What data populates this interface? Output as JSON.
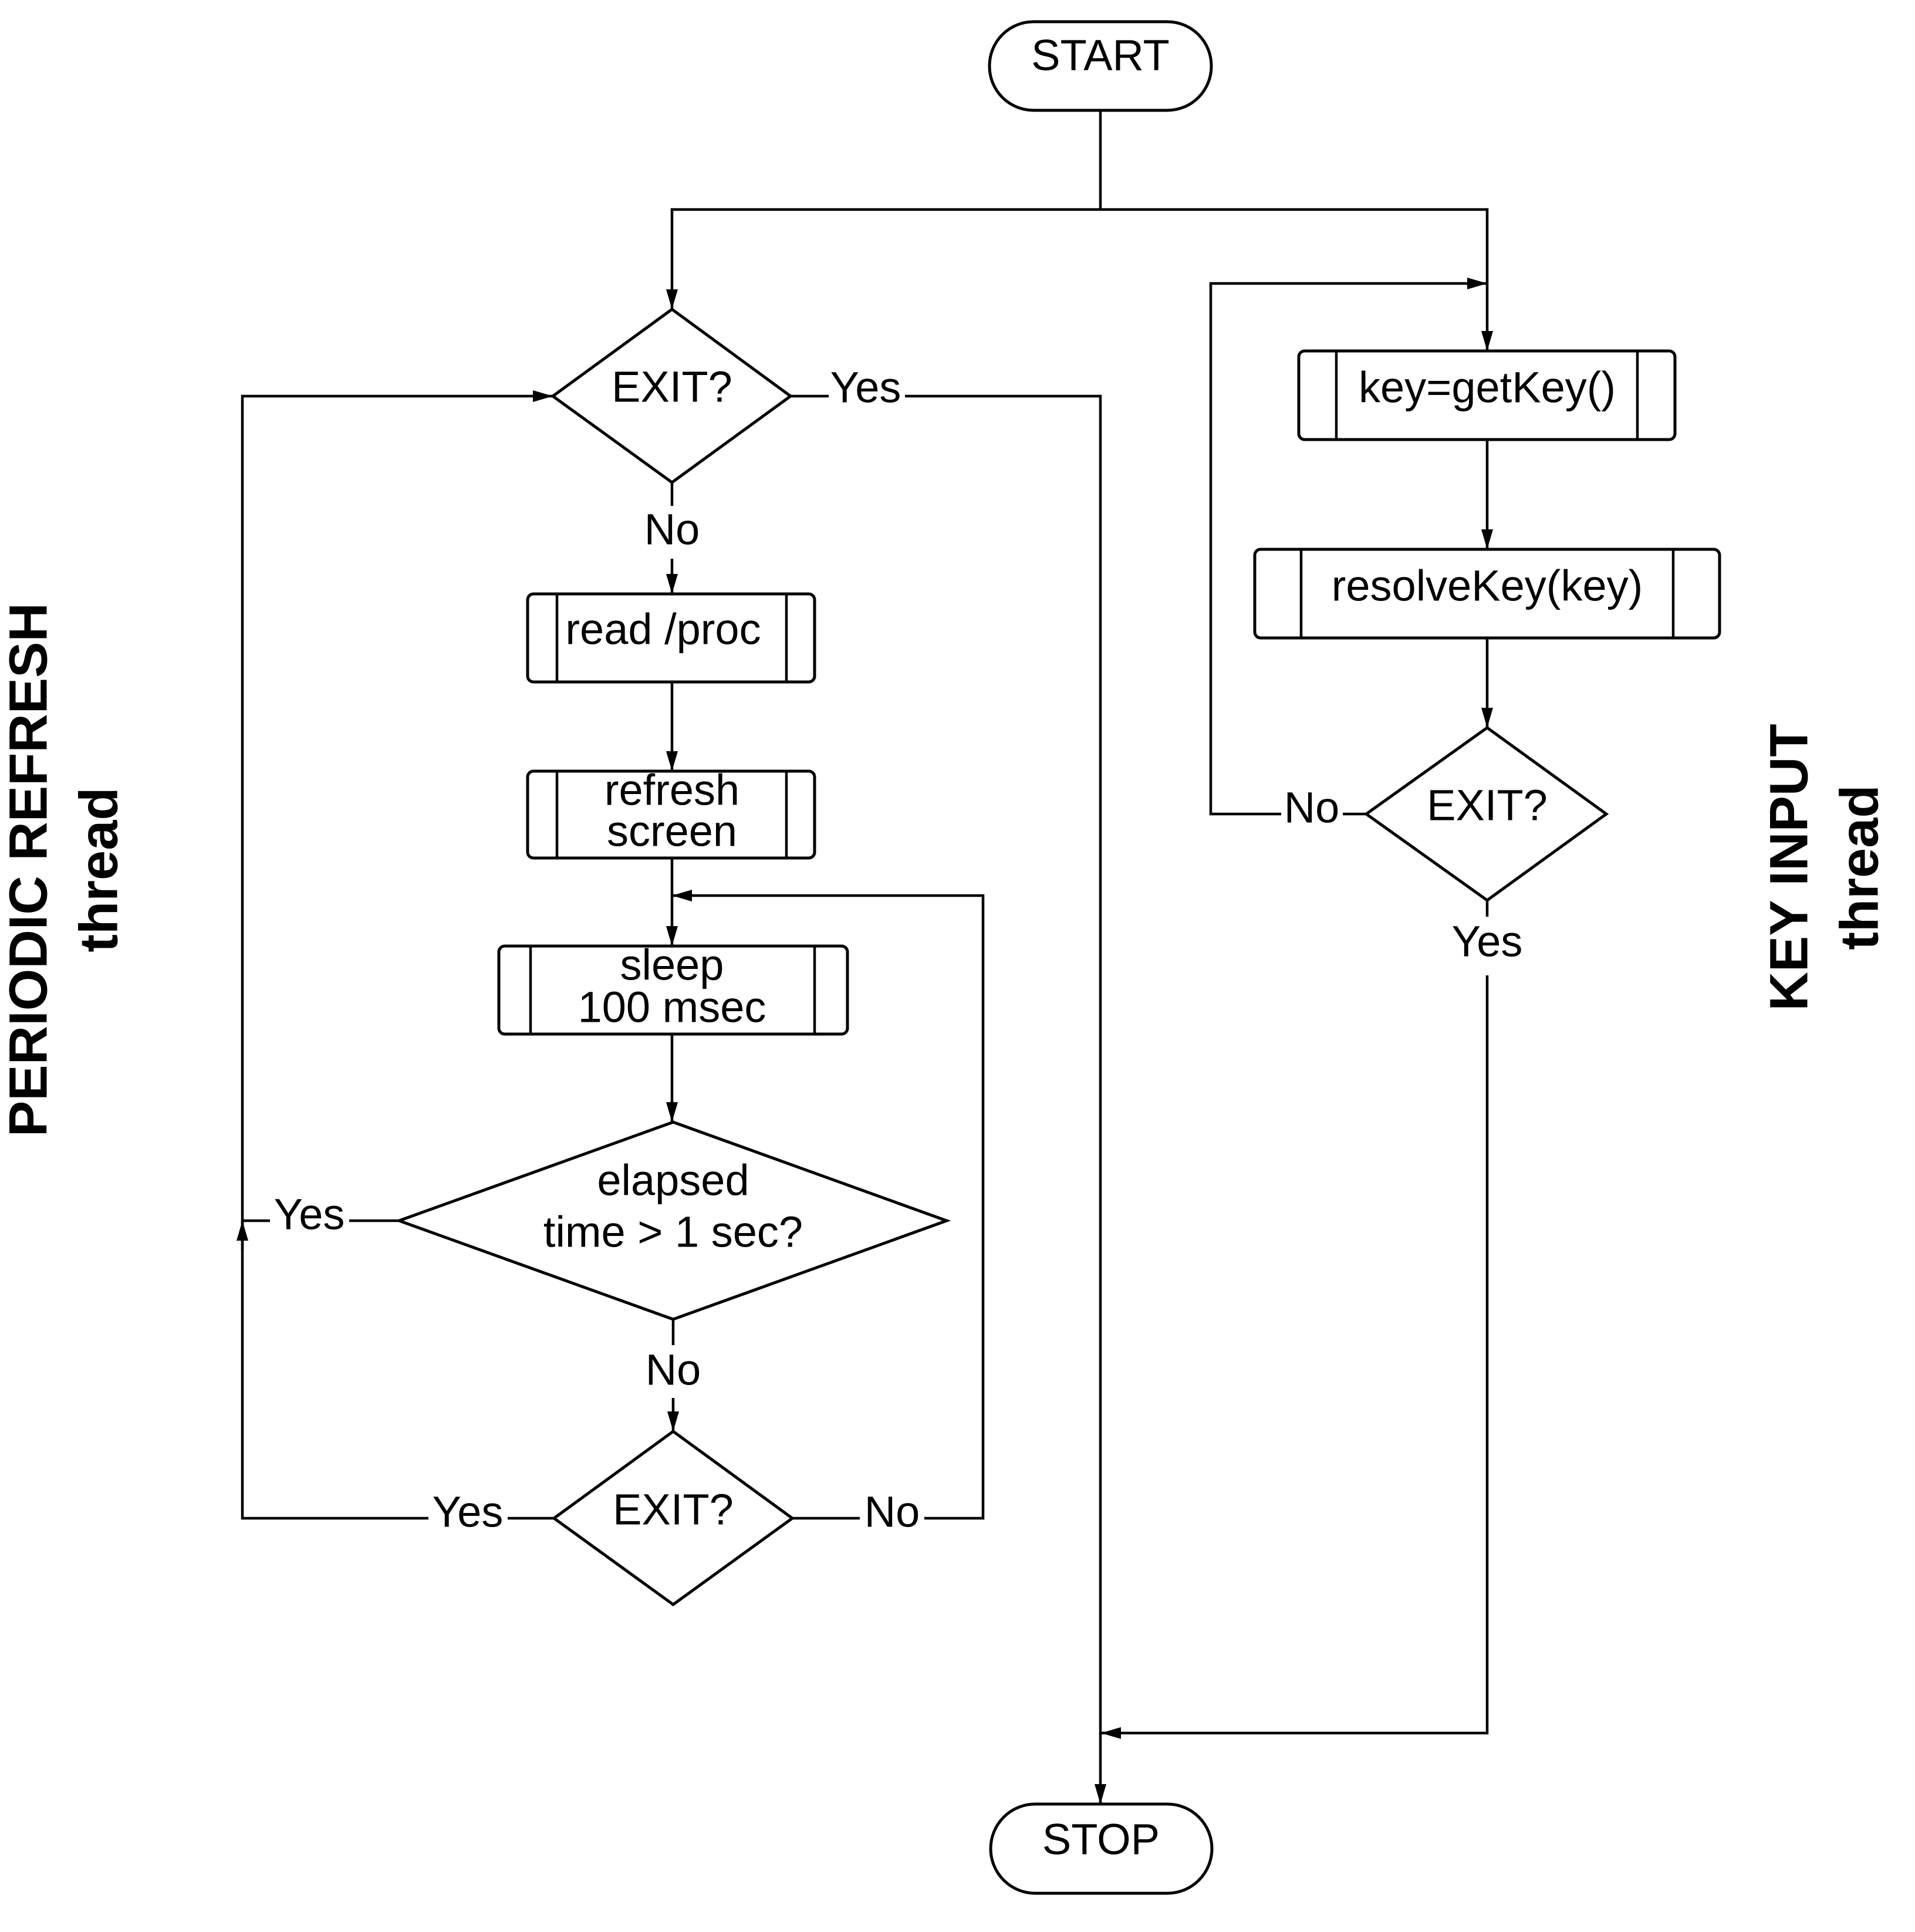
{
  "diagram": {
    "type": "flowchart",
    "colors": {
      "stroke": "#000000",
      "fill": "#ffffff",
      "text": "#000000"
    },
    "terminals": {
      "start": "START",
      "stop": "STOP"
    },
    "lanes": {
      "left": {
        "title_line1": "PERIODIC REFRESH",
        "title_line2": "thread"
      },
      "right": {
        "title_line1": "KEY INPUT",
        "title_line2": "thread"
      }
    },
    "left_thread": {
      "exit_check_top": "EXIT?",
      "read_proc": "read /proc",
      "refresh_line1": "refresh",
      "refresh_line2": "screen",
      "sleep_line1": "sleep",
      "sleep_line2": "100 msec",
      "elapsed_line1": "elapsed",
      "elapsed_line2": "time > 1 sec?",
      "exit_check_bottom": "EXIT?"
    },
    "right_thread": {
      "get_key": "key=getKey()",
      "resolve_key": "resolveKey(key)",
      "exit_check": "EXIT?"
    },
    "edge_labels": {
      "exit_top_yes": "Yes",
      "exit_top_no": "No",
      "elapsed_yes": "Yes",
      "elapsed_no": "No",
      "exit_bottom_yes": "Yes",
      "exit_bottom_no": "No",
      "exit_right_no": "No",
      "exit_right_yes": "Yes"
    }
  }
}
